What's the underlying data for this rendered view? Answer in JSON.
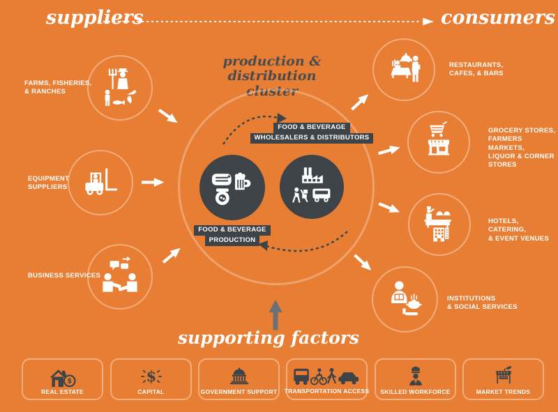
{
  "colors": {
    "background": "#E87E33",
    "dark_gray": "#3E4347",
    "white": "#FFFFFF",
    "arrow_gray": "#6A7076"
  },
  "header": {
    "suppliers": "suppliers",
    "consumers": "consumers"
  },
  "cluster": {
    "title": "production &\ndistribution cluster",
    "production_label": "FOOD & BEVERAGE\nPRODUCTION",
    "wholesalers_label": "FOOD & BEVERAGE\nWHOLESALERS & DISTRIBUTORS",
    "production_icon": "canned-food-beer-jar-icon",
    "wholesalers_icon": "factory-truck-icon"
  },
  "suppliers": [
    {
      "label": "FARMS, FISHERIES,\n& RANCHES",
      "icon": "farmer-fish-icon"
    },
    {
      "label": "EQUIPMENT\nSUPPLIERS",
      "icon": "forklift-icon"
    },
    {
      "label": "BUSINESS SERVICES",
      "icon": "handshake-icon"
    }
  ],
  "consumers": [
    {
      "label": "RESTAURANTS,\nCAFES, & BARS",
      "icon": "waiter-table-icon"
    },
    {
      "label": "GROCERY STORES,\nFARMERS MARKETS,\nLIQUOR & CORNER\nSTORES",
      "icon": "cart-storefront-icon"
    },
    {
      "label": "HOTELS, CATERING,\n& EVENT VENUES",
      "icon": "chef-buffet-hotel-icon"
    },
    {
      "label": "INSTITUTIONS\n& SOCIAL SERVICES",
      "icon": "person-meal-icon"
    }
  ],
  "supporting": {
    "title": "supporting factors",
    "factors": [
      {
        "label": "REAL ESTATE",
        "icon": "house-dollar-icon"
      },
      {
        "label": "CAPITAL",
        "icon": "dollar-burst-icon"
      },
      {
        "label": "GOVERNMENT SUPPORT",
        "icon": "capitol-icon"
      },
      {
        "label": "TRANSPORTATION ACCESS",
        "icon": "bus-bike-walk-car-icon"
      },
      {
        "label": "SKILLED WORKFORCE",
        "icon": "chef-bust-icon"
      },
      {
        "label": "MARKET TRENDS",
        "icon": "market-stall-icon"
      }
    ]
  }
}
